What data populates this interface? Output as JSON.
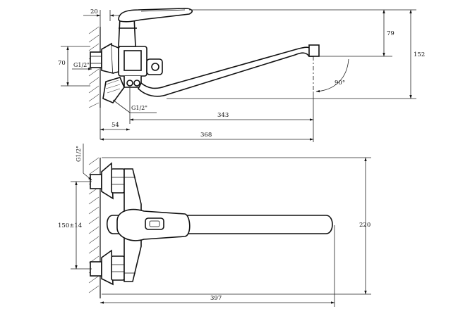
{
  "drawing": {
    "dimensions": {
      "d20": "20",
      "d79": "79",
      "d152": "152",
      "d70": "70",
      "thread_top": "G1/2\"",
      "thread_mid": "G1/2\"",
      "angle": "90°",
      "d343": "343",
      "d54": "54",
      "d368": "368",
      "thread_bottom": "G1/2\"",
      "d150": "150±14",
      "d220": "220",
      "d397": "397"
    }
  },
  "colors": {
    "line": "#111111",
    "hatch": "#444444",
    "background": "#ffffff"
  }
}
